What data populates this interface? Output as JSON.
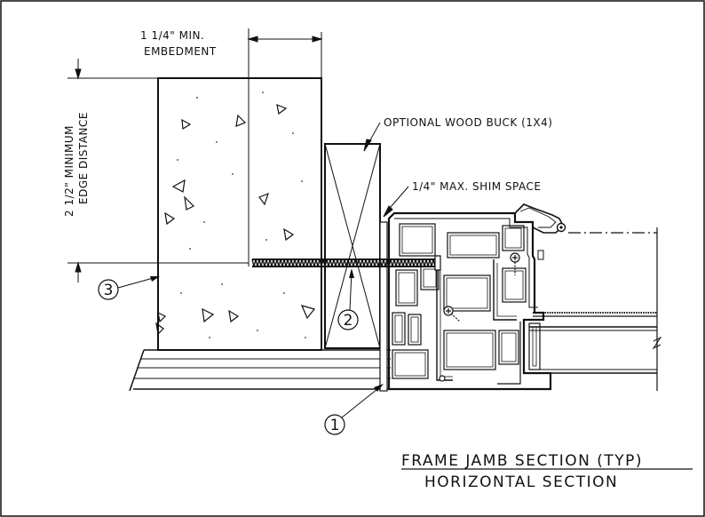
{
  "drawing": {
    "title": "FRAME JAMB SECTION (TYP)",
    "subtitle": "HORIZONTAL SECTION",
    "notes": {
      "embedment_line1": "1 1/4\" MIN.",
      "embedment_line2": "EMBEDMENT",
      "edge_line1": "2 1/2\" MINIMUM",
      "edge_line2": "EDGE DISTANCE",
      "wood_buck": "OPTIONAL WOOD BUCK (1X4)",
      "shim_space": "1/4\" MAX. SHIM SPACE"
    },
    "callouts": [
      "1",
      "2",
      "3"
    ]
  }
}
